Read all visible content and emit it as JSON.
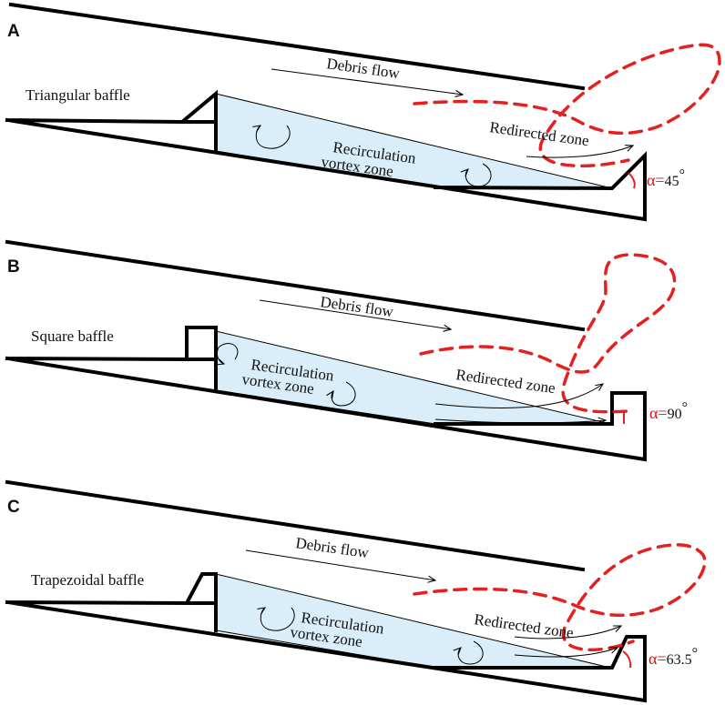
{
  "colors": {
    "flow_zone_fill": "#d9eef8",
    "redirected_outline": "#e52020",
    "angle_mark": "#e52020"
  },
  "panels": [
    {
      "letter": "A",
      "baffle_label": "Triangular baffle",
      "flow_label": "Debris flow",
      "vortex_line1": "Recirculation",
      "vortex_line2": "vortex zone",
      "redirected_label": "Redirected zone",
      "alpha_symbol": "α=",
      "alpha_value": "45",
      "degree_symbol": "°"
    },
    {
      "letter": "B",
      "baffle_label": "Square baffle",
      "flow_label": "Debris flow",
      "vortex_line1": "Recirculation",
      "vortex_line2": "vortex zone",
      "redirected_label": "Redirected zone",
      "alpha_symbol": "α=",
      "alpha_value": "90",
      "degree_symbol": "°"
    },
    {
      "letter": "C",
      "baffle_label": "Trapezoidal baffle",
      "flow_label": "Debris flow",
      "vortex_line1": "Recirculation",
      "vortex_line2": "vortex zone",
      "redirected_label": "Redirected zone",
      "alpha_symbol": "α=",
      "alpha_value": "63.5",
      "degree_symbol": "°"
    }
  ]
}
